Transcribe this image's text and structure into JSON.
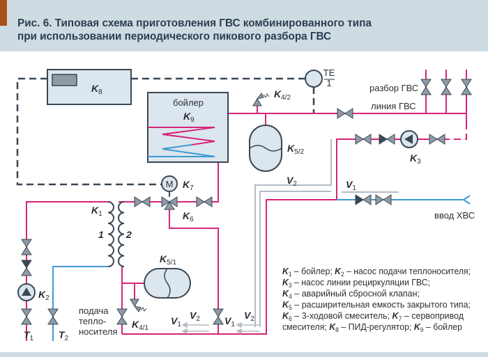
{
  "header": {
    "title_line1": "Рис. 6. Типовая схема приготовления ГВС комбинированного типа",
    "title_line2": "при использовании периодического пикового разбора ГВС",
    "accent_color": "#a8521a",
    "band_color": "#cfdbe3"
  },
  "colors": {
    "hot": "#d6247a",
    "cold": "#3d9ad6",
    "control": "#3a4754",
    "return": "#b3bcc4"
  },
  "labels": {
    "boiler_text": "бойлер",
    "k9": {
      "letter": "K",
      "sub": "9"
    },
    "k8": {
      "letter": "K",
      "sub": "8"
    },
    "k7": {
      "letter": "K",
      "sub": "7"
    },
    "k6": {
      "letter": "K",
      "sub": "6"
    },
    "k1": {
      "letter": "K",
      "sub": "1"
    },
    "k2": {
      "letter": "K",
      "sub": "2"
    },
    "k3": {
      "letter": "K",
      "sub": "3"
    },
    "k4_1": {
      "letter": "K",
      "sub": "4/1"
    },
    "k4_2": {
      "letter": "K",
      "sub": "4/2"
    },
    "k5_1": {
      "letter": "K",
      "sub": "5/1"
    },
    "k5_2": {
      "letter": "K",
      "sub": "5/2"
    },
    "t1": {
      "letter": "T",
      "sub": "1"
    },
    "t2": {
      "letter": "T",
      "sub": "2"
    },
    "v1": {
      "letter": "V",
      "sub": "1"
    },
    "v2": {
      "letter": "V",
      "sub": "2"
    },
    "motor": "M",
    "te_top": "TE",
    "te_bottom": "1",
    "coil1": "1",
    "coil2": "2",
    "razbor": "разбор ГВС",
    "liniya": "линия ГВС",
    "vvod": "ввод ХВС",
    "podacha": [
      "подача",
      "тепло-",
      "носителя"
    ]
  },
  "legend": [
    [
      {
        "k": "1",
        "t": " – бойлер; "
      },
      {
        "k": "2",
        "t": " – насос подачи теплоносителя;"
      }
    ],
    [
      {
        "k": "3",
        "t": " – насос линии рециркуляции ГВС;"
      }
    ],
    [
      {
        "k": "4",
        "t": " – аварийный сбросной клапан;"
      }
    ],
    [
      {
        "k": "5",
        "t": " – расширительная емкость закрытого типа;"
      }
    ],
    [
      {
        "k": "6",
        "t": " – 3-ходовой смеситель; "
      },
      {
        "k": "7",
        "t": " – сервопривод"
      }
    ],
    [
      {
        "k": "",
        "t": "смесителя; "
      },
      {
        "k": "8",
        "t": " – ПИД-регулятор; "
      },
      {
        "k": "9",
        "t": " – бойлер"
      }
    ]
  ]
}
